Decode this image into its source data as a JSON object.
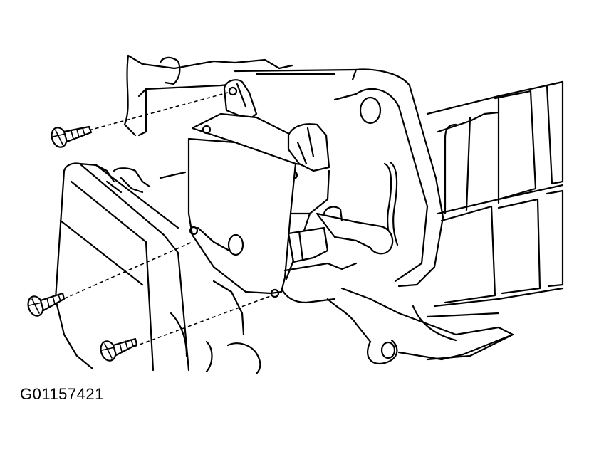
{
  "figure": {
    "caption_code": "G01157421",
    "parts": [
      "actuator-motor",
      "mounting-screw",
      "mounting-screw",
      "mounting-screw",
      "heater-case"
    ]
  }
}
